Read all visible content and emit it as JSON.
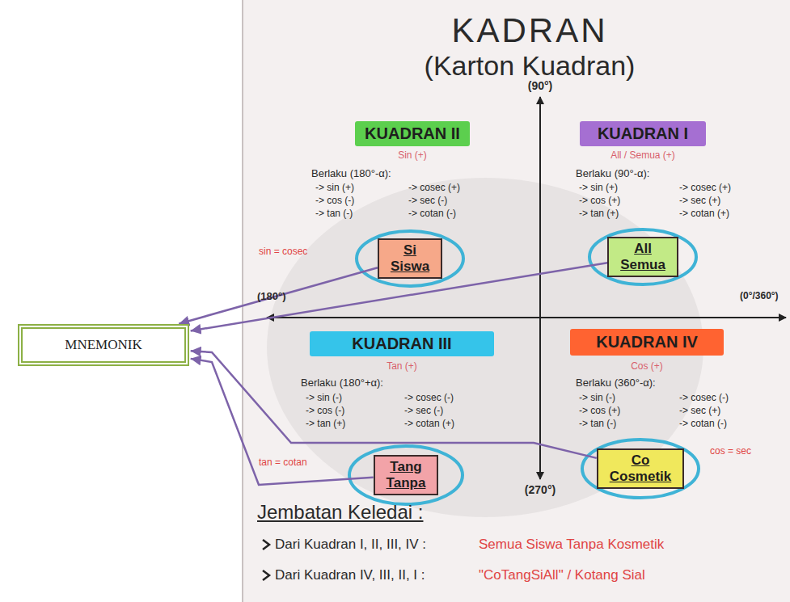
{
  "diagram": {
    "title": "KADRAN",
    "nodes": [
      {
        "text": [
          "KUADRAN II"
        ]
      },
      {
        "text": [
          "KUADRAN I"
        ]
      },
      {
        "text": [
          "Si Siswa"
        ]
      },
      {
        "text": [
          "All Semua"
        ]
      },
      {
        "text": [
          "MNEMONIK"
        ]
      },
      {
        "text": [
          "KUADRAN III"
        ]
      },
      {
        "text": [
          "KUADRAN IV"
        ]
      },
      {
        "text": [
          "Tang Tanpa"
        ]
      },
      {
        "text": [
          "Co Cosmetik"
        ]
      }
    ],
    "edges": [
      {
        "from": 2,
        "to": 4,
        "arrow": "to"
      },
      {
        "from": 3,
        "to": 4,
        "arrow": "to"
      },
      {
        "from": 7,
        "to": 4,
        "arrow": "to"
      },
      {
        "from": 8,
        "to": 4,
        "arrow": "to"
      }
    ],
    "labels": [
      "(Karton Kuadran)",
      "(90°)",
      "(180°)",
      "(0°/360°)",
      "(270°)",
      "Sin (+)",
      "Berlaku (180°-α):",
      "-> sin (+)",
      "-> cos (-)",
      "-> tan (-)",
      "-> cosec (+)",
      "-> sec (-)",
      "-> cotan (-)",
      "sin = cosec",
      "All / Semua (+)",
      "Berlaku (90°-α):",
      "-> sin (+)",
      "-> cos (+)",
      "-> tan (+)",
      "-> cosec (+)",
      "-> sec (+)",
      "-> cotan (+)",
      "Tan (+)",
      "Berlaku (180°+α):",
      "-> sin (-)",
      "-> cos (-)",
      "-> tan (+)",
      "-> cosec (-)",
      "-> sec (-)",
      "-> cotan (+)",
      "tan = cotan",
      "Cos (+)",
      "Berlaku (360°-α):",
      "-> sin (-)",
      "-> cos (+)",
      "-> tan (-)",
      "-> cosec (-)",
      "-> sec (+)",
      "-> cotan (-)",
      "cos = sec",
      "Jembatan Keledai :",
      "Dari Kuadran I, II, III, IV :",
      "Semua Siswa Tanpa Kosmetik",
      "Dari Kuadran IV, III, II, I :",
      "\"CoTangSiAll\" / Kotang Sial"
    ]
  }
}
